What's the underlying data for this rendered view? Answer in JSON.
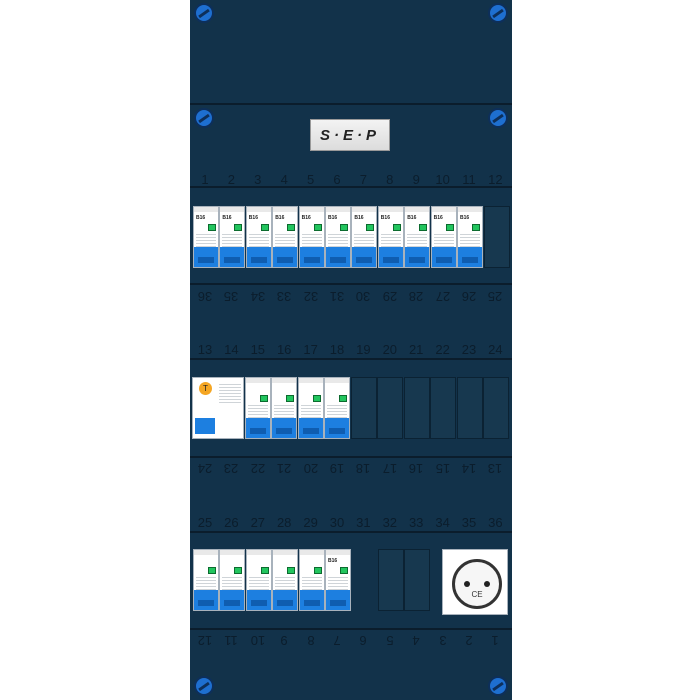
{
  "brand": {
    "logo_text": "S·E·P"
  },
  "rows": [
    {
      "top_numbers": [
        "1",
        "2",
        "3",
        "4",
        "5",
        "6",
        "7",
        "8",
        "9",
        "10",
        "11",
        "12"
      ],
      "bottom_numbers": [
        "36",
        "35",
        "34",
        "33",
        "32",
        "31",
        "30",
        "29",
        "28",
        "27",
        "26",
        "25"
      ]
    },
    {
      "top_numbers": [
        "13",
        "14",
        "15",
        "16",
        "17",
        "18",
        "19",
        "20",
        "21",
        "22",
        "23",
        "24"
      ],
      "bottom_numbers": [
        "24",
        "23",
        "22",
        "21",
        "20",
        "19",
        "18",
        "17",
        "16",
        "15",
        "14",
        "13"
      ]
    },
    {
      "top_numbers": [
        "25",
        "26",
        "27",
        "28",
        "29",
        "30",
        "31",
        "32",
        "33",
        "34",
        "35",
        "36"
      ],
      "bottom_numbers": [
        "12",
        "11",
        "10",
        "9",
        "8",
        "7",
        "6",
        "5",
        "4",
        "3",
        "2",
        "1"
      ]
    }
  ],
  "row1_breakers": [
    "B16",
    "B16",
    "B16",
    "B16",
    "B16",
    "B16",
    "B16",
    "B16",
    "B16",
    "B16",
    "B16"
  ],
  "row2": {
    "main_switch_label": "T",
    "breakers": [
      "",
      "",
      "",
      ""
    ]
  },
  "row3": {
    "breakers": [
      "",
      "",
      "",
      "",
      "",
      "B16"
    ],
    "socket": "CE"
  },
  "colors": {
    "panel": "#12324a",
    "accent_blue": "#1d7fe0",
    "led_green": "#22c55e",
    "test_button": "#f5a623"
  }
}
